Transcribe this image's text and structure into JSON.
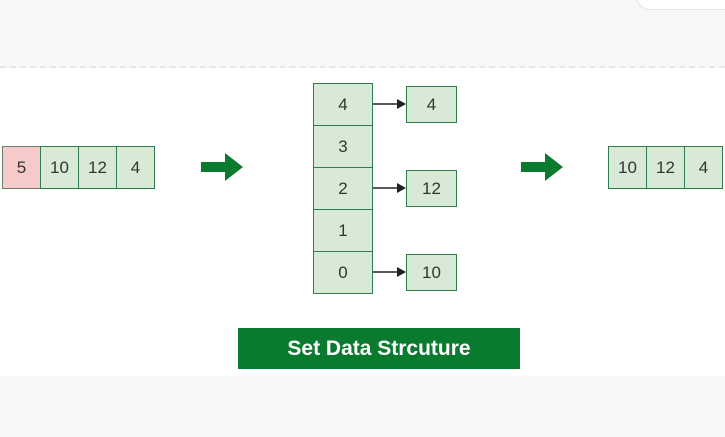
{
  "input_array": {
    "values": [
      "5",
      "10",
      "12",
      "4"
    ],
    "removed_index": 0
  },
  "hash_table": {
    "buckets": [
      {
        "index": "4",
        "entry": "4"
      },
      {
        "index": "3",
        "entry": null
      },
      {
        "index": "2",
        "entry": "12"
      },
      {
        "index": "1",
        "entry": null
      },
      {
        "index": "0",
        "entry": "10"
      }
    ]
  },
  "output_set": {
    "values": [
      "10",
      "12",
      "4"
    ]
  },
  "title": "Set Data Strcuture",
  "colors": {
    "cell_fill": "#d8ead6",
    "cell_border": "#2f7d4e",
    "removed_fill": "#f6c9cb",
    "arrow_green": "#0a7a2e",
    "banner_bg": "#0a7a2e",
    "banner_text": "#ffffff"
  },
  "icons": {
    "process_arrow": "right-arrow-icon",
    "link_arrow": "pointer-arrow-icon"
  }
}
